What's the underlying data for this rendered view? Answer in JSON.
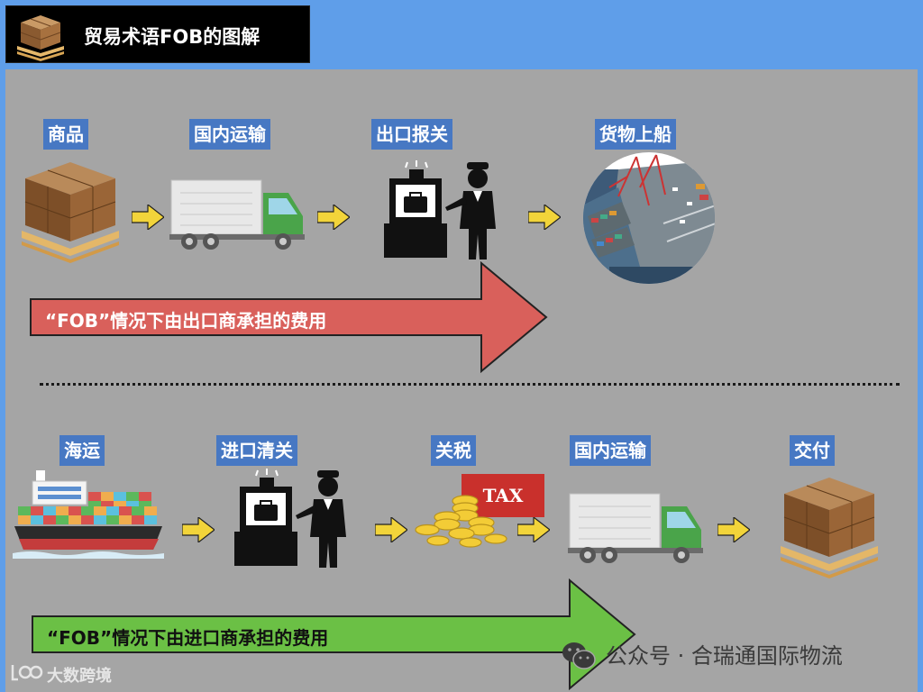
{
  "header": {
    "title": "贸易术语FOB的图解",
    "icon": "cargo-box-icon"
  },
  "export_flow": {
    "steps": [
      {
        "label": "商品",
        "icon": "goods-boxes-icon"
      },
      {
        "label": "国内运输",
        "icon": "truck-icon"
      },
      {
        "label": "出口报关",
        "icon": "customs-officer-icon"
      },
      {
        "label": "货物上船",
        "icon": "port-ship-icon"
      }
    ],
    "banner": "“FOB”情况下由出口商承担的费用",
    "banner_color": "#d9605b"
  },
  "import_flow": {
    "steps": [
      {
        "label": "海运",
        "icon": "container-ship-icon"
      },
      {
        "label": "进口清关",
        "icon": "customs-officer-icon"
      },
      {
        "label": "关税",
        "icon": "coins-icon"
      },
      {
        "label": "国内运输",
        "icon": "truck-icon"
      },
      {
        "label": "交付",
        "icon": "goods-boxes-icon"
      }
    ],
    "tax_text": "TAX",
    "banner": "“FOB”情况下由进口商承担的费用",
    "banner_color": "#6bc045"
  },
  "watermarks": {
    "left": "大数跨境",
    "right": "公众号 · 合瑞通国际物流"
  },
  "colors": {
    "background": "#5f9ee9",
    "panel": "#a5a5a5",
    "label_bg": "#4778c3",
    "step_arrow": "#f2d43a"
  }
}
